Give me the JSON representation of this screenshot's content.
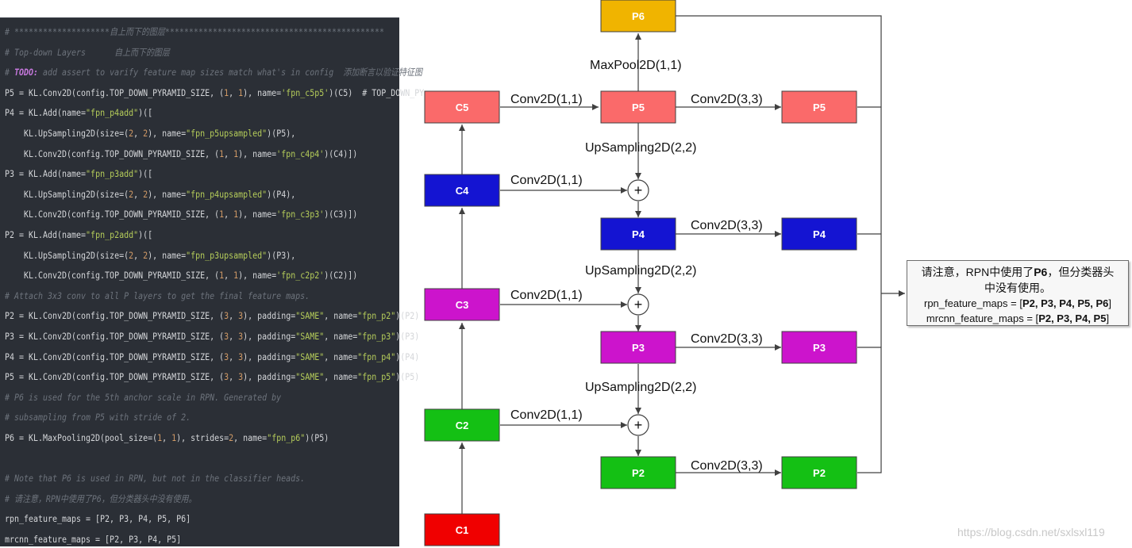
{
  "code": {
    "lines": [
      {
        "text": "# ********************自上而下的图层**********************************************",
        "kind": "comment"
      },
      {
        "text": "# Top-down Layers      自上而下的图层",
        "kind": "comment"
      },
      {
        "text": "# TODO: add assert to varify feature map sizes match what's in config  添加断言以验证特征图",
        "kind": "todo"
      },
      {
        "text": "P5 = KL.Conv2D(config.TOP_DOWN_PYRAMID_SIZE, (1, 1), name='fpn_c5p5')(C5)  # TOP_DOWN_PY",
        "kind": "code"
      },
      {
        "text": "P4 = KL.Add(name=\"fpn_p4add\")([",
        "kind": "code"
      },
      {
        "text": "    KL.UpSampling2D(size=(2, 2), name=\"fpn_p5upsampled\")(P5),",
        "kind": "code"
      },
      {
        "text": "    KL.Conv2D(config.TOP_DOWN_PYRAMID_SIZE, (1, 1), name='fpn_c4p4')(C4)])",
        "kind": "code"
      },
      {
        "text": "P3 = KL.Add(name=\"fpn_p3add\")([",
        "kind": "code"
      },
      {
        "text": "    KL.UpSampling2D(size=(2, 2), name=\"fpn_p4upsampled\")(P4),",
        "kind": "code"
      },
      {
        "text": "    KL.Conv2D(config.TOP_DOWN_PYRAMID_SIZE, (1, 1), name='fpn_c3p3')(C3)])",
        "kind": "code"
      },
      {
        "text": "P2 = KL.Add(name=\"fpn_p2add\")([",
        "kind": "code"
      },
      {
        "text": "    KL.UpSampling2D(size=(2, 2), name=\"fpn_p3upsampled\")(P3),",
        "kind": "code"
      },
      {
        "text": "    KL.Conv2D(config.TOP_DOWN_PYRAMID_SIZE, (1, 1), name='fpn_c2p2')(C2)])",
        "kind": "code"
      },
      {
        "text": "# Attach 3x3 conv to all P layers to get the final feature maps.",
        "kind": "comment"
      },
      {
        "text": "P2 = KL.Conv2D(config.TOP_DOWN_PYRAMID_SIZE, (3, 3), padding=\"SAME\", name=\"fpn_p2\")(P2)",
        "kind": "code"
      },
      {
        "text": "P3 = KL.Conv2D(config.TOP_DOWN_PYRAMID_SIZE, (3, 3), padding=\"SAME\", name=\"fpn_p3\")(P3)",
        "kind": "code"
      },
      {
        "text": "P4 = KL.Conv2D(config.TOP_DOWN_PYRAMID_SIZE, (3, 3), padding=\"SAME\", name=\"fpn_p4\")(P4)",
        "kind": "code"
      },
      {
        "text": "P5 = KL.Conv2D(config.TOP_DOWN_PYRAMID_SIZE, (3, 3), padding=\"SAME\", name=\"fpn_p5\")(P5)",
        "kind": "code"
      },
      {
        "text": "# P6 is used for the 5th anchor scale in RPN. Generated by",
        "kind": "comment"
      },
      {
        "text": "# subsampling from P5 with stride of 2.",
        "kind": "comment"
      },
      {
        "text": "P6 = KL.MaxPooling2D(pool_size=(1, 1), strides=2, name=\"fpn_p6\")(P5)",
        "kind": "code"
      },
      {
        "text": "",
        "kind": "code"
      },
      {
        "text": "# Note that P6 is used in RPN, but not in the classifier heads.",
        "kind": "comment"
      },
      {
        "text": "# 请注意，RPN中使用了P6，但分类器头中没有使用。",
        "kind": "comment"
      },
      {
        "text": "rpn_feature_maps = [P2, P3, P4, P5, P6]",
        "kind": "code"
      },
      {
        "text": "mrcnn_feature_maps = [P2, P3, P4, P5]",
        "kind": "code"
      }
    ]
  },
  "diagram": {
    "colors": {
      "c5": "#fa6a6a",
      "c4": "#1414d2",
      "c3": "#cc14cc",
      "c2": "#14c014",
      "c1": "#f00000",
      "p6": "#f0b400",
      "p5": "#fa6a6a",
      "p4": "#1414d2",
      "p3": "#cc14cc",
      "p2": "#14c014",
      "outline": "#404040",
      "line": "#404040"
    },
    "boxes": {
      "c5": "C5",
      "c4": "C4",
      "c3": "C3",
      "c2": "C2",
      "c1": "C1",
      "p6": "P6",
      "p5": "P5",
      "p4": "P4",
      "p3": "P3",
      "p2": "P2",
      "p5_out": "P5",
      "p4_out": "P4",
      "p3_out": "P3",
      "p2_out": "P2"
    },
    "edge_labels": {
      "maxpool": "MaxPool2D(1,1)",
      "c5_conv": "Conv2D(1,1)",
      "p5_conv": "Conv2D(3,3)",
      "up_p5": "UpSampling2D(2,2)",
      "c4_conv": "Conv2D(1,1)",
      "p4_conv": "Conv2D(3,3)",
      "up_p4": "UpSampling2D(2,2)",
      "c3_conv": "Conv2D(1,1)",
      "p3_conv": "Conv2D(3,3)",
      "up_p3": "UpSampling2D(2,2)",
      "c2_conv": "Conv2D(1,1)",
      "p2_conv": "Conv2D(3,3)"
    },
    "add_symbol": "+"
  },
  "note": {
    "line1_prefix": "请注意，RPN中使用了",
    "line1_bold": "P6",
    "line1_suffix": "，但分类器头",
    "line2": "中没有使用。",
    "rpn_prefix": "rpn_feature_maps = [",
    "rpn_bold": "P2, P3, P4, P5, P6",
    "rpn_suffix": "]",
    "mrcnn_prefix": "mrcnn_feature_maps = [",
    "mrcnn_bold": "P2, P3, P4, P5",
    "mrcnn_suffix": "]"
  },
  "watermark": "https://blog.csdn.net/sxlsxl119"
}
